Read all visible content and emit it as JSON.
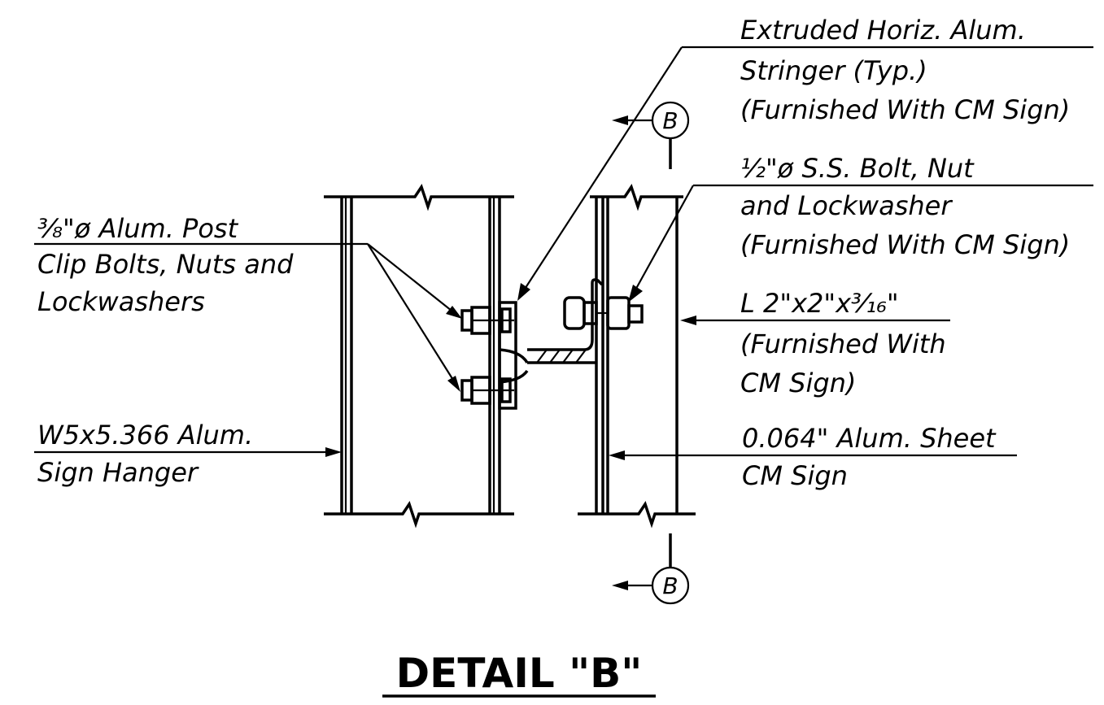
{
  "labels": {
    "stringer": [
      "Extruded Horiz. Alum.",
      "Stringer (Typ.)",
      "(Furnished With CM Sign)"
    ],
    "ss_bolt": [
      "½\"ø S.S. Bolt, Nut",
      "and Lockwasher",
      "(Furnished With CM Sign)"
    ],
    "angle": [
      "L 2\"x2\"x³⁄₁₆\"",
      "(Furnished With",
      "CM Sign)"
    ],
    "alum_sheet": [
      "0.064\" Alum. Sheet",
      "CM Sign"
    ],
    "post_clip_bolts": [
      "³⁄₈\"ø Alum. Post",
      "Clip Bolts, Nuts and",
      "Lockwashers"
    ],
    "hanger": [
      "W5x5.366 Alum.",
      "Sign Hanger"
    ]
  },
  "section_marker": {
    "letter": "B"
  },
  "title": "DETAIL \"B\""
}
